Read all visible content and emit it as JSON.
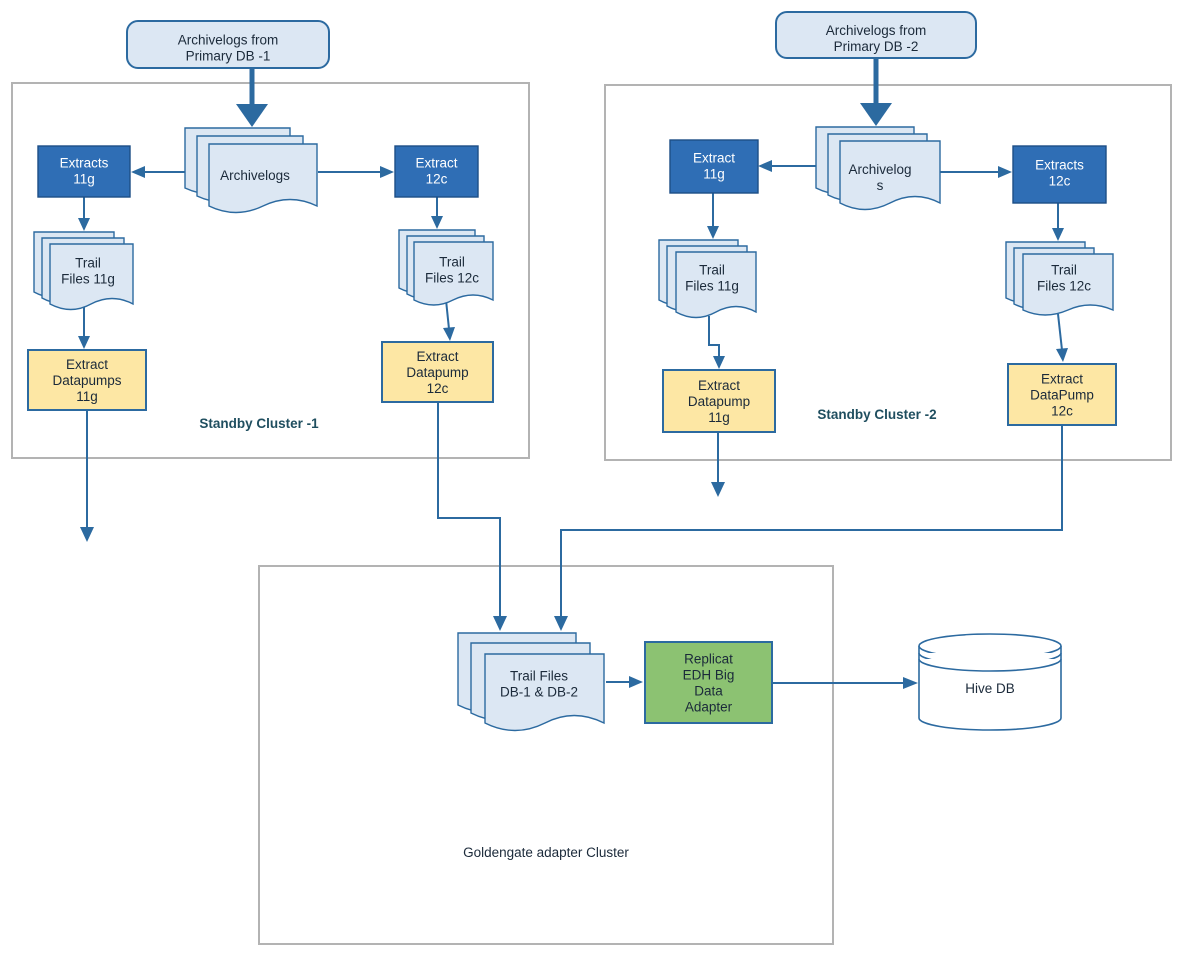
{
  "nodes": {
    "primary_db_1": "Archivelogs from|Primary DB -1",
    "primary_db_2": "Archivelogs from|Primary DB -2",
    "archivelogs_1": "Archivelogs",
    "archivelogs_2": "Archivelog|s",
    "extracts_11g_1": "Extracts|11g",
    "extract_12c_1": "Extract|12c",
    "extract_11g_2": "Extract|11g",
    "extracts_12c_2": "Extracts|12c",
    "trail_11g_1": "Trail|Files 11g",
    "trail_12c_1": "Trail|Files 12c",
    "trail_11g_2": "Trail|Files 11g",
    "trail_12c_2": "Trail|Files 12c",
    "pump_11g_1": "Extract|Datapumps|11g",
    "pump_12c_1": "Extract|Datapump|12c",
    "pump_11g_2": "Extract|Datapump|11g",
    "pump_12c_2": "Extract|DataPump|12c",
    "trail_combined": "Trail Files|DB-1 & DB-2",
    "replicat": "Replicat|EDH Big|Data|Adapter",
    "hive_db": "Hive DB"
  },
  "clusters": {
    "standby_1": "Standby Cluster -1",
    "standby_2": "Standby Cluster -2",
    "goldengate": "Goldengate adapter Cluster"
  },
  "colors": {
    "extract_blue": "#2f6eb5",
    "datapump_yellow": "#fde7a4",
    "replicat_green": "#8cc272",
    "document_fill": "#dce7f3",
    "connector_blue": "#2c6aa0",
    "cluster_border": "#b3b3b3"
  }
}
